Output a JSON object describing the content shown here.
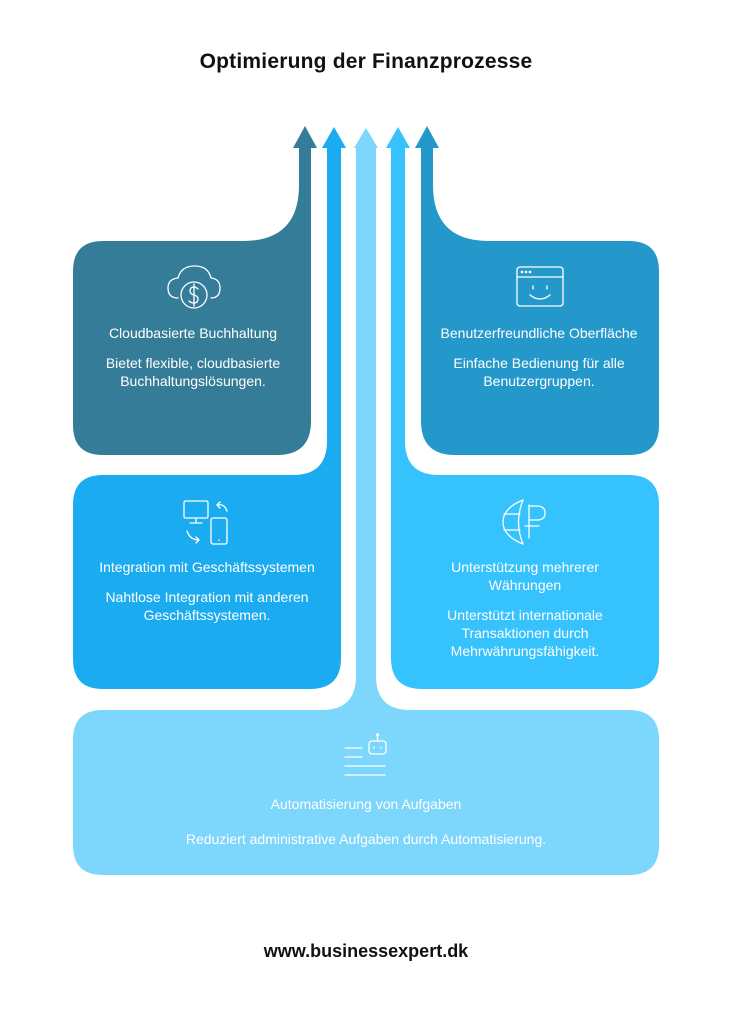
{
  "title": "Optimierung der Finanzprozesse",
  "footer": "www.businessexpert.dk",
  "colors": {
    "dark_teal": "#347C98",
    "steel_blue": "#2598CB",
    "mid_blue": "#1AABF0",
    "light_blue": "#35C2FD",
    "pale_blue": "#7DD6FB"
  },
  "cards": {
    "cloud": {
      "heading": "Cloudbasierte Buchhaltung",
      "description": "Bietet flexible, cloudbasierte Buchhaltungslösungen.",
      "icon": "cloud-dollar-icon"
    },
    "ui": {
      "heading": "Benutzerfreundliche Oberfläche",
      "description": "Einfache Bedienung für alle Benutzergruppen.",
      "icon": "smiley-window-icon"
    },
    "integration": {
      "heading": "Integration mit Geschäftssystemen",
      "description": "Nahtlose Integration mit anderen Geschäftssystemen.",
      "icon": "devices-sync-icon"
    },
    "currency": {
      "heading": "Unterstützung mehrerer Währungen",
      "description": "Unterstützt internationale Transaktionen durch Mehrwährungsfähigkeit.",
      "icon": "globe-currency-icon"
    },
    "automation": {
      "heading": "Automatisierung von Aufgaben",
      "description": "Reduziert administrative Aufgaben durch Automatisierung.",
      "icon": "robot-list-icon"
    }
  }
}
